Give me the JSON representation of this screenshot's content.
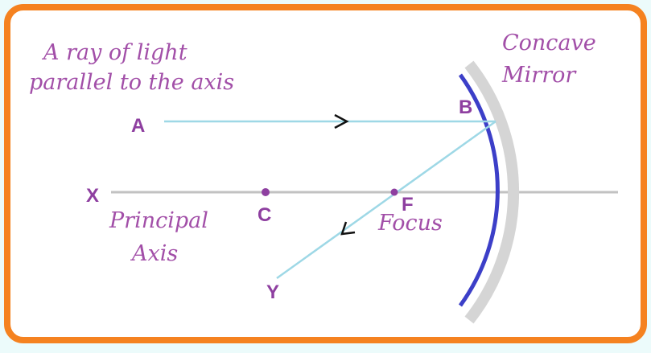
{
  "colors": {
    "border": "#f58220",
    "background": "#ffffff",
    "outer_background": "#ecfbfb",
    "ray": "#9ed8e6",
    "axis": "#c2c2c2",
    "mirror": "#3c3fc8",
    "mirror_shadow": "#d5d5d5",
    "text": "#a24fa8",
    "point": "#8e3fa0"
  },
  "annotations": {
    "ray_line1": "A ray of light",
    "ray_line2": "parallel to the axis",
    "mirror_line1": "Concave",
    "mirror_line2": "Mirror",
    "axis_line1": "Principal",
    "axis_line2": "Axis",
    "focus": "Focus"
  },
  "points": {
    "A": "A",
    "B": "B",
    "X": "X",
    "C": "C",
    "F": "F",
    "Y": "Y"
  },
  "arrows": {
    "incident": ">",
    "reflected": "L"
  }
}
